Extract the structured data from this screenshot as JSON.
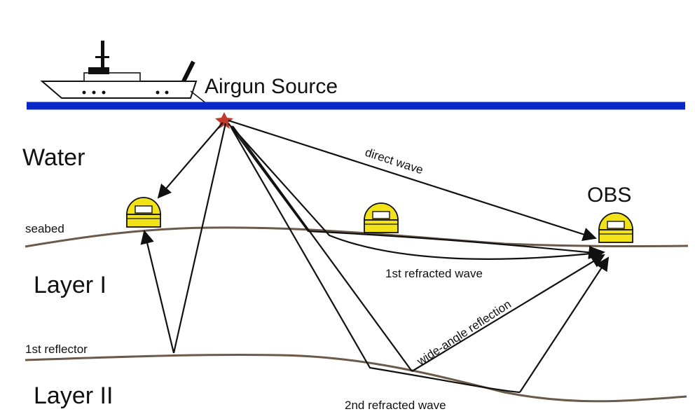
{
  "labels": {
    "source": "Airgun Source",
    "water": "Water",
    "seabed": "seabed",
    "layer1": "Layer I",
    "reflector": "1st reflector",
    "layer2": "Layer II",
    "obs": "OBS",
    "direct_wave": "direct wave",
    "refracted1": "1st refracted wave",
    "wide_angle": "wide-angle reflection",
    "refracted2": "2nd refracted wave"
  },
  "colors": {
    "sea_surface": "#0a28c8",
    "seabed": "#6b5a4a",
    "obs_fill": "#f2e21a",
    "source_star": "#c0392b",
    "ray": "#111111"
  },
  "icons": [
    "ship-icon",
    "obs-instrument-icon",
    "airgun-source-star-icon"
  ]
}
